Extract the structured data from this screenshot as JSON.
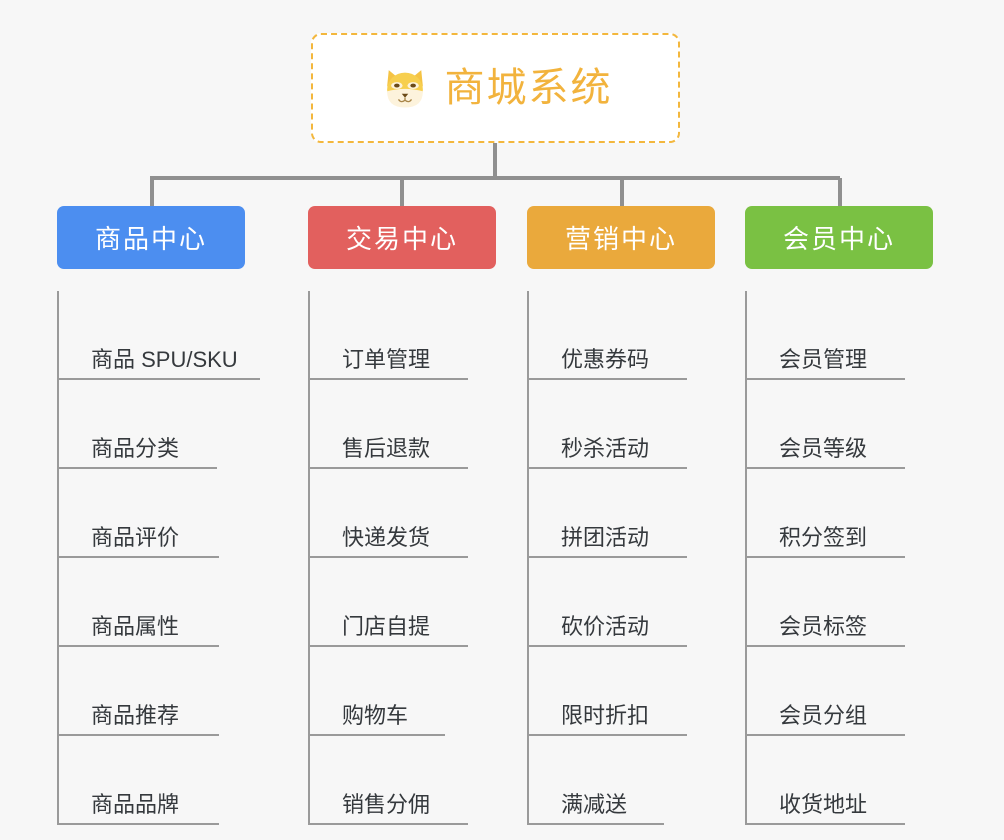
{
  "background_color": "#f7f7f7",
  "root": {
    "icon": "shiba-inu-dog-face-icon",
    "title": "商城系统",
    "title_color": "#f2b33d",
    "border_color": "#f3b73d"
  },
  "connector_color": "#909090",
  "columns": [
    {
      "id": "product-center",
      "title": "商品中心",
      "color": "#4c8ef0",
      "items": [
        "商品 SPU/SKU",
        "商品分类",
        "商品评价",
        "商品属性",
        "商品推荐",
        "商品品牌"
      ]
    },
    {
      "id": "trade-center",
      "title": "交易中心",
      "color": "#e2605e",
      "items": [
        "订单管理",
        "售后退款",
        "快递发货",
        "门店自提",
        "购物车",
        "销售分佣"
      ]
    },
    {
      "id": "marketing-center",
      "title": "营销中心",
      "color": "#eaa93c",
      "items": [
        "优惠券码",
        "秒杀活动",
        "拼团活动",
        "砍价活动",
        "限时折扣",
        "满减送"
      ]
    },
    {
      "id": "member-center",
      "title": "会员中心",
      "color": "#7ac143",
      "items": [
        "会员管理",
        "会员等级",
        "积分签到",
        "会员标签",
        "会员分组",
        "收货地址"
      ]
    }
  ]
}
